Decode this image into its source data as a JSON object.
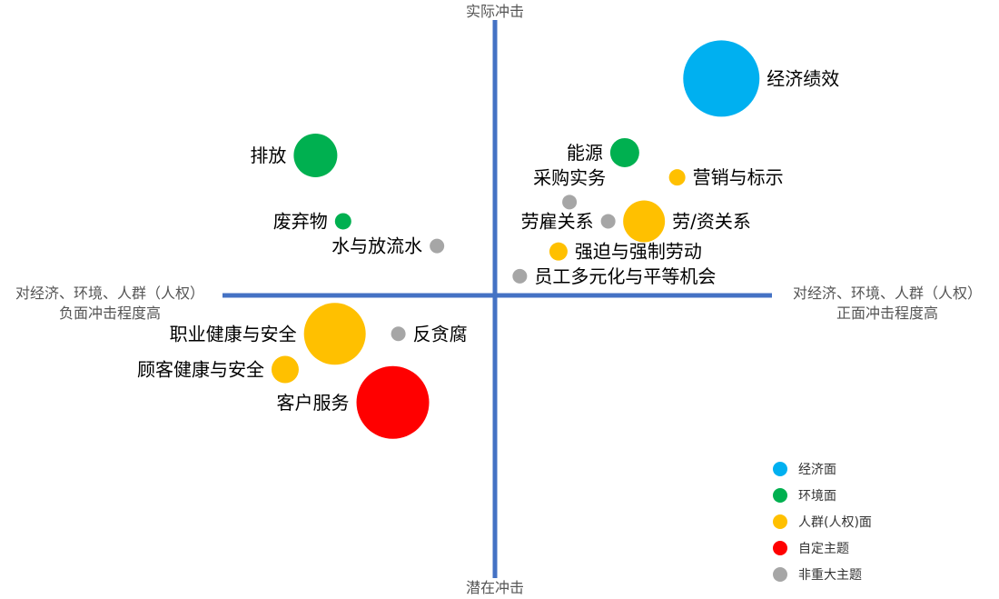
{
  "chart_data": {
    "type": "scatter",
    "xlim": [
      -10,
      10
    ],
    "ylim": [
      -10,
      10
    ],
    "grid": false,
    "legend_position": "bottom-right",
    "axis_labels": {
      "top": "实际冲击",
      "bottom": "潜在冲击",
      "left_line1": "对经济、环境、人群（人权）",
      "left_line2": "负面冲击程度高",
      "right_line1": "对经济、环境、人群（人权）",
      "right_line2": "正面冲击程度高"
    },
    "categories": [
      {
        "key": "econ",
        "name": "经济面",
        "color": "#00B0F0"
      },
      {
        "key": "env",
        "name": "环境面",
        "color": "#00B050"
      },
      {
        "key": "social",
        "name": "人群(人权)面",
        "color": "#FFC000"
      },
      {
        "key": "custom",
        "name": "自定主题",
        "color": "#FF0000"
      },
      {
        "key": "minor",
        "name": "非重大主题",
        "color": "#A6A6A6"
      }
    ],
    "points": [
      {
        "label": "经济绩效",
        "category": "econ",
        "x": 8.2,
        "y": 7.9,
        "size": 42,
        "label_side": "right"
      },
      {
        "label": "排放",
        "category": "env",
        "x": -6.5,
        "y": 5.1,
        "size": 24,
        "label_side": "left"
      },
      {
        "label": "能源",
        "category": "env",
        "x": 4.7,
        "y": 5.2,
        "size": 16,
        "label_side": "left"
      },
      {
        "label": "废弃物",
        "category": "env",
        "x": -5.5,
        "y": 2.7,
        "size": 9,
        "label_side": "left"
      },
      {
        "label": "营销与标示",
        "category": "social",
        "x": 6.6,
        "y": 4.3,
        "size": 9,
        "label_side": "right"
      },
      {
        "label": "劳/资关系",
        "category": "social",
        "x": 5.4,
        "y": 2.7,
        "size": 23,
        "label_side": "right"
      },
      {
        "label": "强迫与强制劳动",
        "category": "social",
        "x": 2.3,
        "y": 1.6,
        "size": 10,
        "label_side": "right"
      },
      {
        "label": "职业健康与安全",
        "category": "social",
        "x": -5.8,
        "y": -1.4,
        "size": 34,
        "label_side": "left"
      },
      {
        "label": "顾客健康与安全",
        "category": "social",
        "x": -7.6,
        "y": -2.7,
        "size": 15,
        "label_side": "left"
      },
      {
        "label": "客户服务",
        "category": "custom",
        "x": -3.7,
        "y": -3.9,
        "size": 40,
        "label_side": "left"
      },
      {
        "label": "采购实务",
        "category": "minor",
        "x": 2.7,
        "y": 3.4,
        "size": 8,
        "label_side": "top"
      },
      {
        "label": "劳雇关系",
        "category": "minor",
        "x": 4.1,
        "y": 2.7,
        "size": 8,
        "label_side": "left"
      },
      {
        "label": "水与放流水",
        "category": "minor",
        "x": -2.1,
        "y": 1.8,
        "size": 8,
        "label_side": "left"
      },
      {
        "label": "员工多元化与平等机会",
        "category": "minor",
        "x": 0.9,
        "y": 0.7,
        "size": 8,
        "label_side": "right"
      },
      {
        "label": "反贪腐",
        "category": "minor",
        "x": -3.5,
        "y": -1.4,
        "size": 8,
        "label_side": "right"
      }
    ]
  }
}
